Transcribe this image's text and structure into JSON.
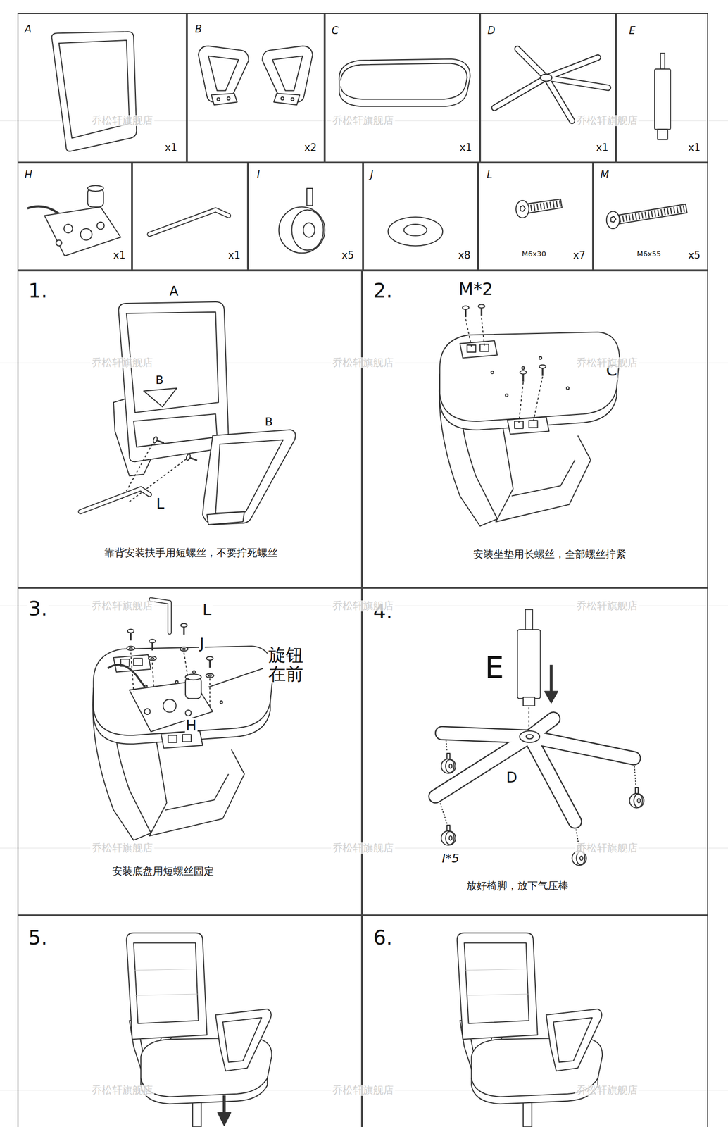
{
  "diagram": {
    "nodes": [
      {
        "text": [
          "A",
          "x1"
        ]
      },
      {
        "text": [
          "B",
          "x2"
        ]
      },
      {
        "text": [
          "C",
          "x1"
        ]
      },
      {
        "text": [
          "D",
          "x1"
        ]
      },
      {
        "text": [
          "E",
          "x1"
        ]
      },
      {
        "text": [
          "H",
          "x1"
        ]
      },
      {
        "text": [
          "x1"
        ]
      },
      {
        "text": [
          "I",
          "x5"
        ]
      },
      {
        "text": [
          "J",
          "x8"
        ]
      },
      {
        "text": [
          "L",
          "M6x30",
          "x7"
        ]
      },
      {
        "text": [
          "M",
          "M6x55",
          "x5"
        ]
      },
      {
        "text": [
          "1.",
          "A",
          "B",
          "B",
          "L",
          "靠背安装扶手用短螺丝，不要拧死螺丝"
        ]
      },
      {
        "text": [
          "2.",
          "M*2",
          "C",
          "安装坐垫用长螺丝，全部螺丝拧紧"
        ]
      },
      {
        "text": [
          "3.",
          "L",
          "J",
          "旋钮 在前",
          "H",
          "安装底盘用短螺丝固定"
        ]
      },
      {
        "text": [
          "4.",
          "E",
          "D",
          "I*5",
          "放好椅脚，放下气压棒"
        ]
      },
      {
        "text": [
          "5."
        ]
      },
      {
        "text": [
          "6."
        ]
      }
    ],
    "labels": [
      "乔松轩旗舰店",
      "乔松轩旗舰店",
      "乔松轩旗舰店",
      "乔松轩旗舰店",
      "乔松轩旗舰店",
      "乔松轩旗舰店",
      "乔松轩旗舰店",
      "乔松轩旗舰店",
      "乔松轩旗舰店",
      "乔松轩旗舰店",
      "乔松轩旗舰店",
      "乔松轩旗舰店",
      "乔松轩旗舰店",
      "乔松轩旗舰店",
      "乔松轩旗舰店"
    ]
  }
}
